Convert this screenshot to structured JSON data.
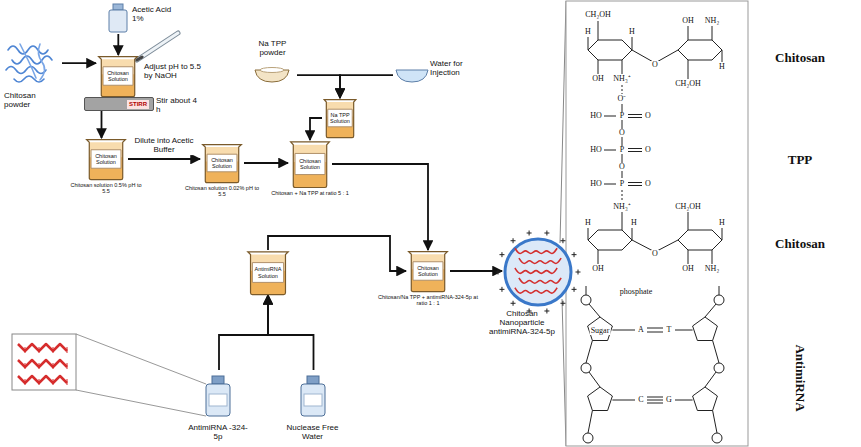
{
  "diagram": {
    "nodes": [
      {
        "text": [
          "Chitosan powder"
        ]
      },
      {
        "text": [
          "Acetic Acid 1%"
        ]
      },
      {
        "text": [
          "Chitosan Solution"
        ]
      },
      {
        "text": [
          "STIRR"
        ]
      },
      {
        "text": [
          "Chitosan Solution",
          "Chitosan solution 0.5% pH to 5.5"
        ]
      },
      {
        "text": [
          "Chitosan Solution",
          "Chitosan solution 0.02% pH to 5.5"
        ]
      },
      {
        "text": [
          "Na TPP powder"
        ]
      },
      {
        "text": [
          "Water for Injection"
        ]
      },
      {
        "text": [
          "Na TPP Solution"
        ]
      },
      {
        "text": [
          "Chitosan Solution",
          "Chitosan + Na TPP at ratio 5 : 1"
        ]
      },
      {
        "text": [
          "AntimiRNA -324-5p"
        ]
      },
      {
        "text": [
          "Nuclease Free Water"
        ]
      },
      {
        "text": [
          "AntimiRNA Solution"
        ]
      },
      {
        "text": [
          "Chitosan Solution",
          "Chitosan/Na TPP + antimiRNA-324-5p at ratio 1 : 1"
        ]
      },
      {
        "text": [
          "Chitosan Nanoparticle antimiRNA-324-5p"
        ]
      }
    ],
    "edges": [
      {
        "from": 0,
        "to": 2,
        "arrow": "to"
      },
      {
        "from": 1,
        "to": 2,
        "arrow": "to"
      },
      {
        "from": 3,
        "to": 4,
        "arrow": "to"
      },
      {
        "from": 4,
        "to": 5,
        "label": "Dilute into Acetic Buffer",
        "arrow": "to"
      },
      {
        "from": 5,
        "to": 9,
        "arrow": "to"
      },
      {
        "from": 6,
        "to": 8,
        "arrow": "to"
      },
      {
        "from": 7,
        "to": 8,
        "arrow": "to"
      },
      {
        "from": 8,
        "to": 9,
        "arrow": "to"
      },
      {
        "from": 9,
        "to": 13,
        "arrow": "to"
      },
      {
        "from": 10,
        "to": 12,
        "arrow": "to"
      },
      {
        "from": 11,
        "to": 12,
        "arrow": "to"
      },
      {
        "from": 12,
        "to": 13,
        "arrow": "to"
      },
      {
        "from": 13,
        "to": 14,
        "arrow": "to"
      }
    ],
    "labels": [
      "Adjust pH to 5.5 by NaOH",
      "Stir about 4 h",
      "CH₂OH",
      "H",
      "H",
      "OH",
      "NH₃⁺",
      "O",
      "OH",
      "NH₂",
      "H",
      "CH₂OH",
      "O⁻",
      "HO",
      "P",
      "O",
      "O",
      "HO",
      "P",
      "O",
      "O",
      "HO",
      "P",
      "O",
      "NH₃⁺",
      "CH₂OH",
      "H",
      "H",
      "H",
      "O",
      "OH",
      "OH",
      "NH₂",
      "phosphate",
      "Sugar",
      "A",
      "T",
      "C",
      "G",
      "Chitosan",
      "TPP",
      "Chitosan",
      "AntimiRNA"
    ]
  }
}
